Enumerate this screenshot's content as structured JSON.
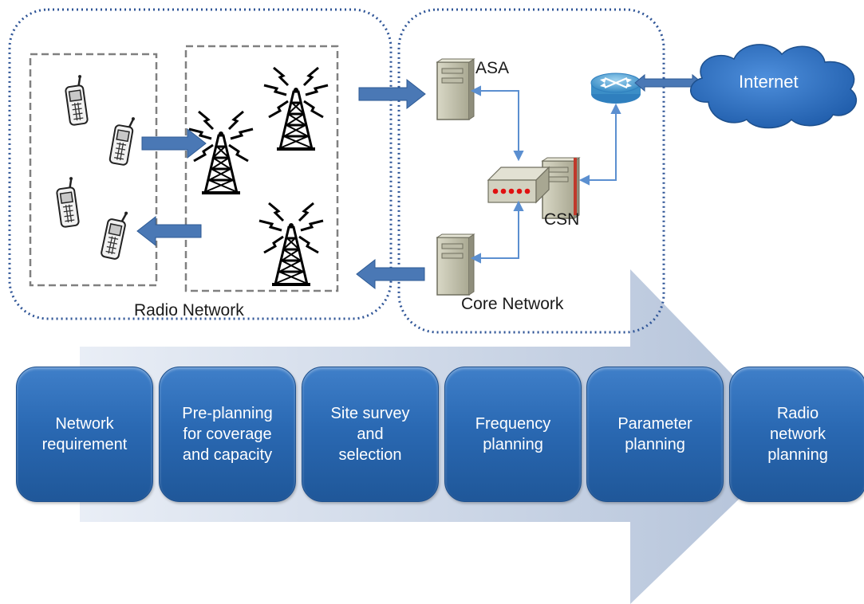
{
  "diagram": {
    "radio_network_label": "Radio Network",
    "core_network_label": "Core Network",
    "asa_label": "ASA",
    "csn_label": "CSN",
    "internet_label": "Internet",
    "steps": [
      {
        "label": "Network\nrequirement"
      },
      {
        "label": "Pre-planning\nfor coverage\nand capacity"
      },
      {
        "label": "Site survey\nand\nselection"
      },
      {
        "label": "Frequency\nplanning"
      },
      {
        "label": "Parameter\nplanning"
      },
      {
        "label": "Radio\nnetwork\nplanning"
      }
    ]
  },
  "colors": {
    "step_fill": "#2a69b3",
    "arrow_fill": "#4a78b5",
    "connector_line": "#5b8fd0",
    "dotted_border": "#2f5597",
    "dashed_border": "#808080",
    "process_arrow": "#c9d3e3",
    "cloud_fill": "#2e6fc0"
  },
  "icons": [
    "mobile-phone-icon",
    "radio-tower-icon",
    "server-icon",
    "router-icon",
    "switch-icon",
    "cloud-icon"
  ]
}
